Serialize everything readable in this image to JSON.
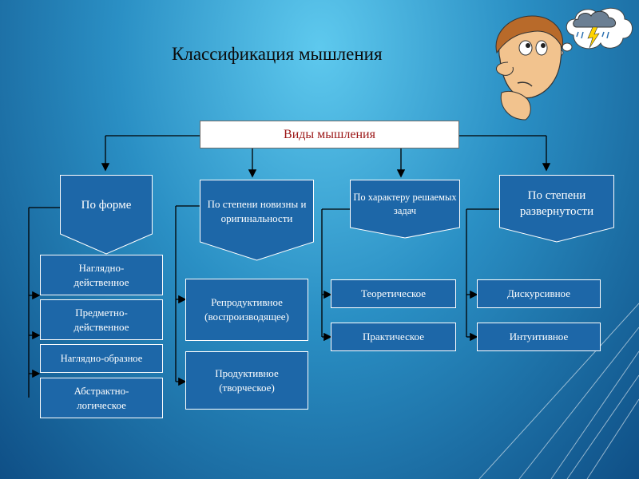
{
  "title": "Классификация мышления",
  "root": "Виды мышления",
  "categories": [
    {
      "label": "По форме",
      "items": [
        "Наглядно-действенное",
        "Предметно-действенное",
        "Наглядно-образное",
        "Абстрактно-логическое"
      ]
    },
    {
      "label": "По степени новизны и оригинальности",
      "items": [
        "Репродуктивное (воспроизводящее)",
        "Продуктивное (творческое)"
      ]
    },
    {
      "label": "По характеру решаемых задач",
      "items": [
        "Теоретическое",
        "Практическое"
      ]
    },
    {
      "label": "По степени развернутости",
      "items": [
        "Дискурсивное",
        "Интуитивное"
      ]
    }
  ],
  "colors": {
    "box_fill": "#1d67a8",
    "root_text": "#9b1515",
    "background_top": "#5ec9ee",
    "background_bottom": "#0f4f86"
  },
  "icons": [
    "thinking-man-icon",
    "storm-cloud-icon"
  ]
}
